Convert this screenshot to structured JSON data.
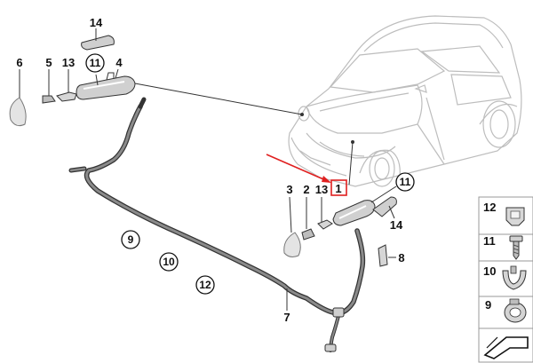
{
  "diagram": {
    "callouts": {
      "c14_top": "14",
      "c6": "6",
      "c5": "5",
      "c13_top": "13",
      "c11_top": "11",
      "c4": "4",
      "c9": "9",
      "c10": "10",
      "c12": "12",
      "c7": "7",
      "c3": "3",
      "c2": "2",
      "c13_mid": "13",
      "c1": "1",
      "c11_mid": "11",
      "c14_mid": "14",
      "c8": "8"
    },
    "side_panel": [
      {
        "number": "12",
        "icon": "clip-icon"
      },
      {
        "number": "11",
        "icon": "screw-icon"
      },
      {
        "number": "10",
        "icon": "clamp-icon"
      },
      {
        "number": "9",
        "icon": "hose-clip-icon"
      }
    ],
    "colors": {
      "highlight": "#e02020",
      "line": "#333333",
      "panel_border": "#999999"
    }
  }
}
